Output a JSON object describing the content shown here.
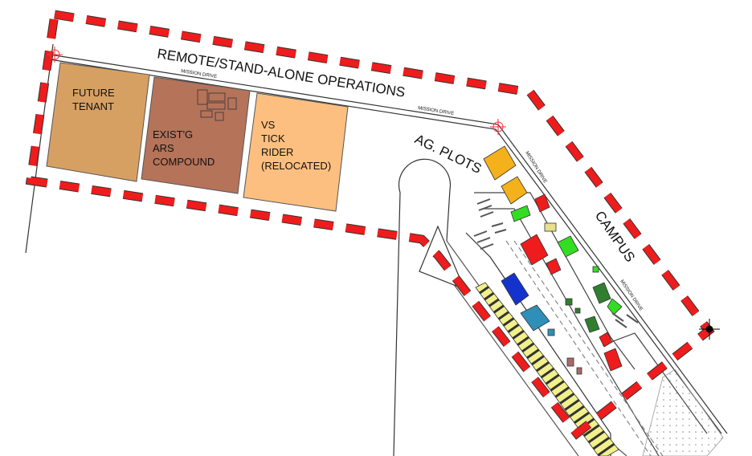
{
  "title": "REMOTE/STAND-ALONE OPERATIONS",
  "areas": {
    "ag_plots": "AG. PLOTS",
    "campus": "CAMPUS"
  },
  "parcels": [
    {
      "line1": "FUTURE",
      "line2": "TENANT",
      "color": "#D7A063"
    },
    {
      "line1": "EXIST'G",
      "line2": "ARS",
      "line3": "COMPOUND",
      "color": "#B5735A"
    },
    {
      "line1": "VS",
      "line2": "TICK",
      "line3": "RIDER",
      "line4": "(RELOCATED)",
      "color": "#FDBF7F"
    }
  ],
  "roads": {
    "mission_drive_1": "MISSION DRIVE",
    "mission_drive_2": "MISSION DRIVE",
    "mission_drive_3": "MISSION DRIVE",
    "mission_drive_4": "MISSION DRIVE"
  },
  "colors": {
    "boundary": "#EE1C1C",
    "building_orange": "#F5B11B",
    "building_red": "#EE1C1C",
    "building_green": "#33DD22",
    "building_darkgreen": "#2F7F2F",
    "building_blue": "#1433CC",
    "building_teal": "#2E8FB8",
    "hatch_yellow": "#F2F08A"
  }
}
